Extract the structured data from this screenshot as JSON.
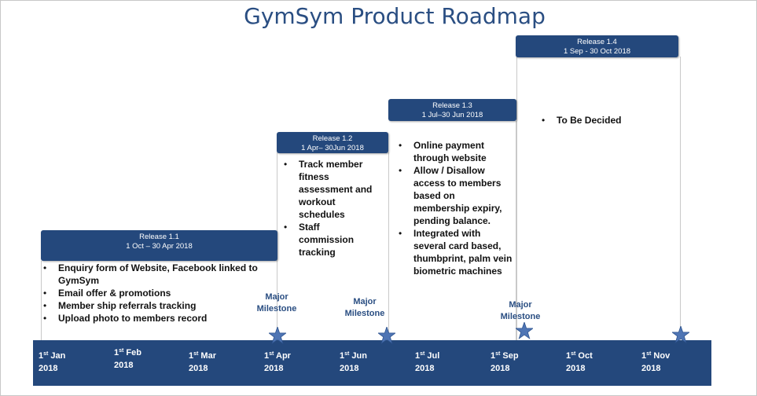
{
  "title": "GymSym Product Roadmap",
  "colors": {
    "primary": "#24487c",
    "title": "#2a4e82",
    "star": "#4f75b4"
  },
  "releases": [
    {
      "name": "Release 1.1",
      "dates": "1 Oct – 30 Apr 2018",
      "items": [
        "Enquiry form of Website, Facebook linked to GymSym",
        "Email offer & promotions",
        "Member ship referrals tracking",
        "Upload photo to members record"
      ]
    },
    {
      "name": "Release 1.2",
      "dates": "1 Apr– 30Jun 2018",
      "items": [
        "Track member fitness assessment and workout schedules",
        "Staff commission tracking"
      ]
    },
    {
      "name": "Release 1.3",
      "dates": "1 Jul–30 Jun 2018",
      "items": [
        "Online payment through website",
        "Allow / Disallow access to members based on membership expiry, pending balance.",
        "Integrated with several card based, thumbprint, palm vein biometric machines"
      ]
    },
    {
      "name": "Release 1.4",
      "dates": "1 Sep -  30 Oct 2018",
      "items": [
        "To Be Decided"
      ]
    }
  ],
  "milestones": [
    {
      "line1": "Major",
      "line2": "Milestone"
    },
    {
      "line1": "Major",
      "line2": "Milestone"
    },
    {
      "line1": "Major",
      "line2": "Milestone"
    }
  ],
  "months": [
    {
      "day": "1",
      "suffix": "st",
      "month": "Jan",
      "year": "2018"
    },
    {
      "day": "1",
      "suffix": "st",
      "month": "Feb",
      "year": "2018"
    },
    {
      "day": "1",
      "suffix": "st",
      "month": "Mar",
      "year": "2018"
    },
    {
      "day": "1",
      "suffix": "st",
      "month": "Apr",
      "year": "2018"
    },
    {
      "day": "1",
      "suffix": "st",
      "month": "Jun",
      "year": "2018"
    },
    {
      "day": "1",
      "suffix": "st",
      "month": "Jul",
      "year": "2018"
    },
    {
      "day": "1",
      "suffix": "st",
      "month": "Sep",
      "year": "2018"
    },
    {
      "day": "1",
      "suffix": "st",
      "month": " Oct",
      "year": "2018"
    },
    {
      "day": "1",
      "suffix": "st",
      "month": "Nov",
      "year": "2018"
    }
  ]
}
